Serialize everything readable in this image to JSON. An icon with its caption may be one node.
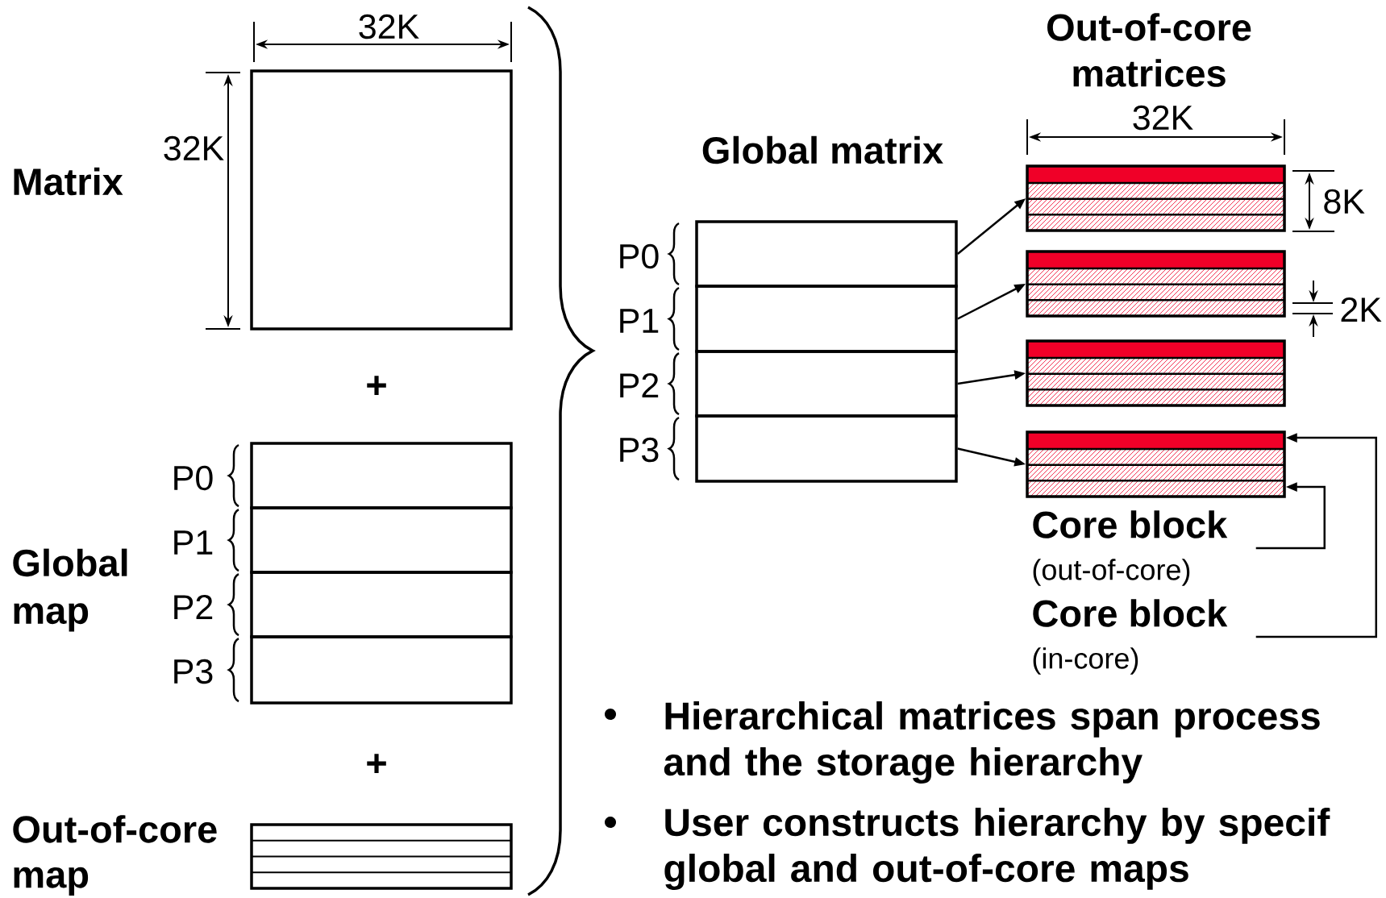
{
  "diagram": {
    "nodes": [
      {
        "text": [],
        "shape": "box"
      },
      {
        "text": [],
        "shape": "box"
      },
      {
        "text": [],
        "shape": "box"
      },
      {
        "text": [],
        "shape": "box"
      },
      {
        "text": [],
        "shape": "box"
      },
      {
        "text": [],
        "shape": "box"
      },
      {
        "text": [],
        "shape": "box"
      },
      {
        "text": [],
        "shape": "box"
      },
      {
        "text": [],
        "shape": "box"
      },
      {
        "text": [],
        "shape": "box"
      },
      {
        "text": [],
        "shape": "box"
      },
      {
        "text": [],
        "shape": "box"
      },
      {
        "text": [],
        "shape": "box"
      },
      {
        "text": [],
        "shape": "box"
      },
      {
        "text": [
          "Core block",
          "(out-of-core)"
        ]
      },
      {
        "text": [
          "Core block",
          "(in-core)"
        ]
      }
    ],
    "edges": [
      {
        "from": 6,
        "to": 10,
        "arrow": "to"
      },
      {
        "from": 7,
        "to": 11,
        "arrow": "to"
      },
      {
        "from": 8,
        "to": 12,
        "arrow": "to"
      },
      {
        "from": 9,
        "to": 13,
        "arrow": "to"
      },
      {
        "from": 14,
        "to": 13,
        "arrow": "to"
      },
      {
        "from": 15,
        "to": 13,
        "arrow": "to"
      }
    ],
    "labels": [
      "32K",
      "32K",
      "Matrix",
      "+",
      "P0",
      "P1",
      "P2",
      "P3",
      "Global map",
      "+",
      "Out-of-core map",
      "Out-of-core matrices",
      "32K",
      "Global matrix",
      "8K",
      "P0",
      "P1",
      "P2",
      "P3",
      "2K",
      "Hierarchical matrices span process and the storage hierarchy",
      "User constructs hierarchy by specif global and out-of-core maps"
    ]
  }
}
